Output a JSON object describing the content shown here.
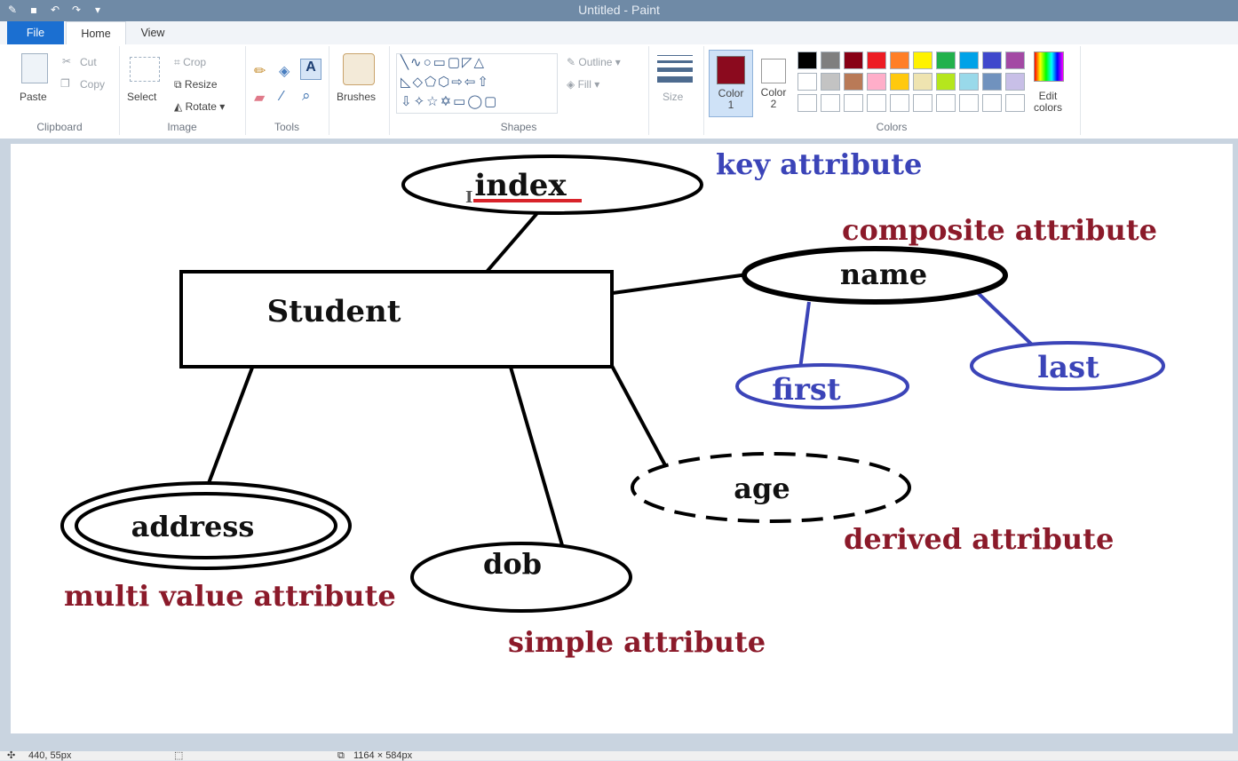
{
  "window": {
    "title": "Untitled - Paint"
  },
  "tabs": {
    "file": "File",
    "home": "Home",
    "view": "View"
  },
  "clipboard": {
    "paste": "Paste",
    "cut": "Cut",
    "copy": "Copy",
    "label": "Clipboard"
  },
  "image": {
    "select": "Select",
    "crop": "Crop",
    "resize": "Resize",
    "rotate": "Rotate",
    "label": "Image"
  },
  "tools": {
    "label": "Tools",
    "text_tool": "A"
  },
  "brushes": {
    "label": "Brushes"
  },
  "shapes": {
    "outline": "Outline",
    "fill": "Fill",
    "label": "Shapes"
  },
  "size": {
    "label": "Size"
  },
  "colors": {
    "color1": "Color 1",
    "color2": "Color 2",
    "edit": "Edit colors",
    "label": "Colors",
    "color1_value": "#8b0a1e",
    "color2_value": "#ffffff",
    "row1": [
      "#000000",
      "#7f7f7f",
      "#880015",
      "#ed1c24",
      "#ff7f27",
      "#fff200",
      "#22b14c",
      "#00a2e8",
      "#3f48cc",
      "#a349a4"
    ],
    "row2": [
      "#ffffff",
      "#c3c3c3",
      "#b97a57",
      "#ffaec9",
      "#ffc90e",
      "#efe4b0",
      "#b5e61d",
      "#99d9ea",
      "#7092be",
      "#c8bfe7"
    ]
  },
  "diagram": {
    "entity": "Student",
    "attrs": {
      "index": "index",
      "name": "name",
      "first": "first",
      "last": "last",
      "age": "age",
      "address": "address",
      "dob": "dob"
    },
    "notes": {
      "key": "key attribute",
      "composite": "composite attribute",
      "derived": "derived attribute",
      "multi": "multi value attribute",
      "simple": "simple attribute"
    }
  },
  "status": {
    "cursor": "440, 55px",
    "size": "1164 × 584px"
  }
}
